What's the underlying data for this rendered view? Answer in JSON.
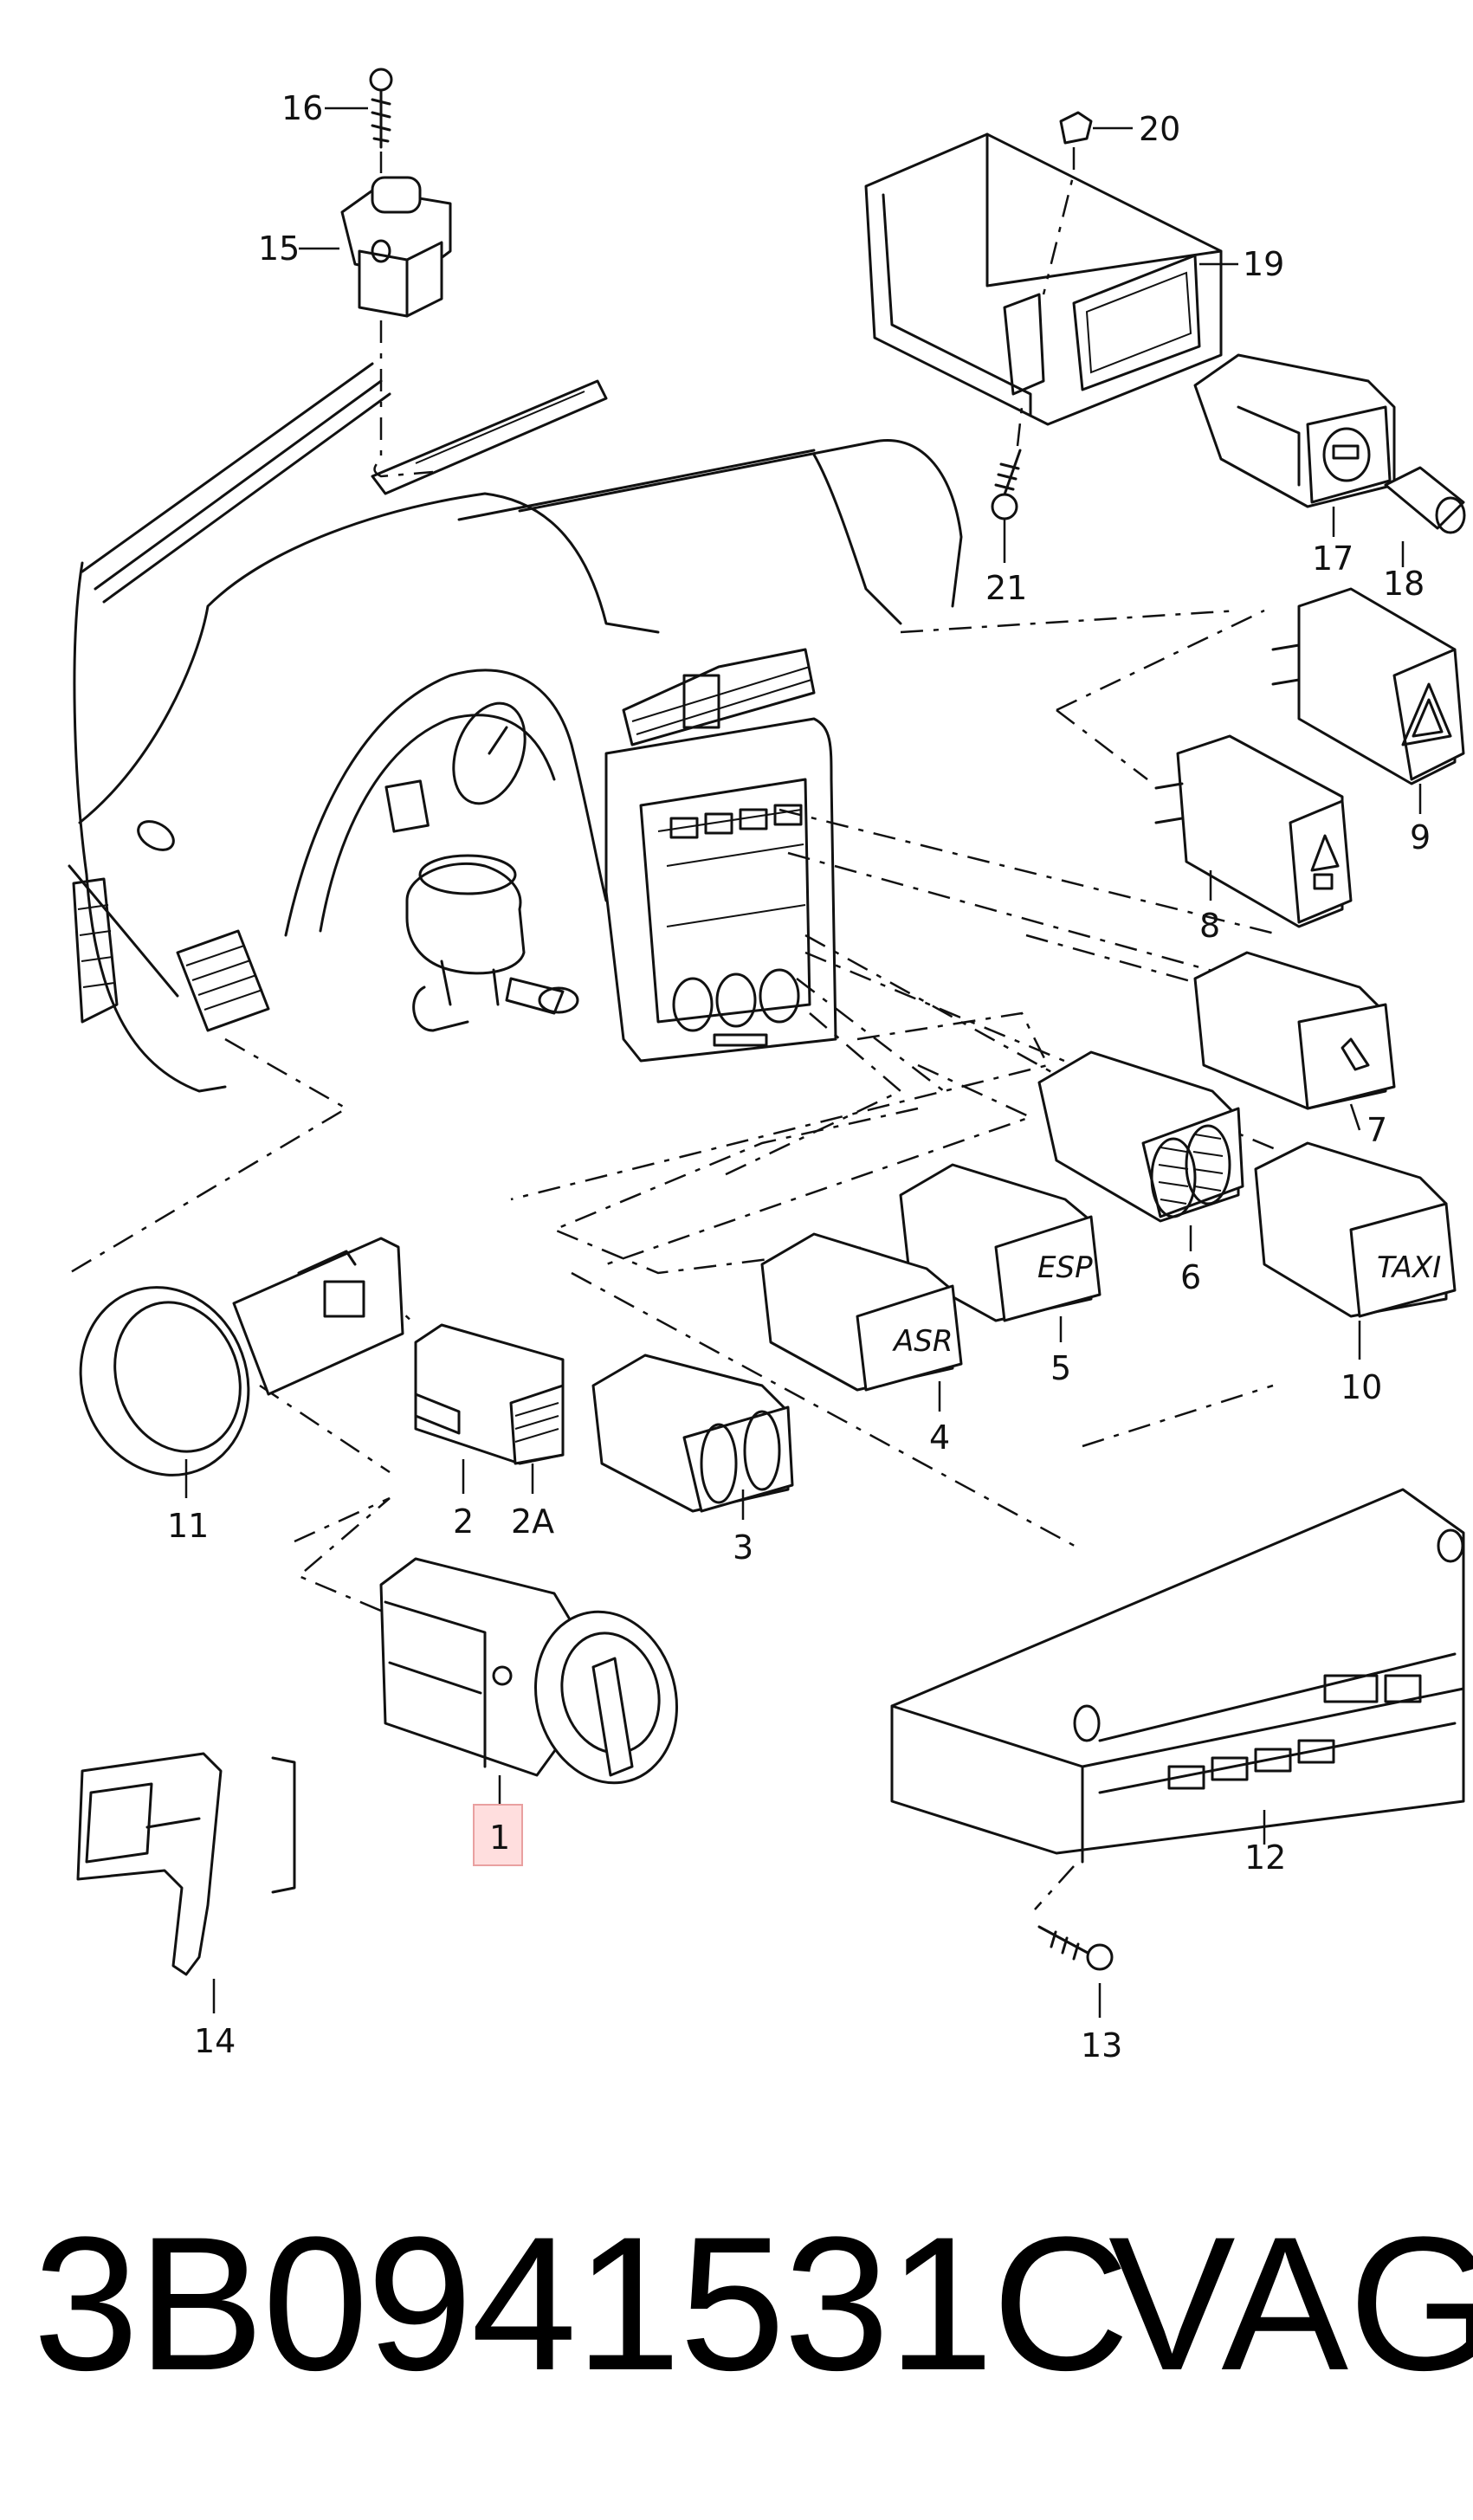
{
  "footer": {
    "part_number": "3B0941531C",
    "brand": "VAG"
  },
  "highlighted_callout": "1",
  "callouts": {
    "c1": "1",
    "c2": "2",
    "c2A": "2A",
    "c3": "3",
    "c4": "4",
    "c5": "5",
    "c6": "6",
    "c7": "7",
    "c8": "8",
    "c9": "9",
    "c10": "10",
    "c11": "11",
    "c12": "12",
    "c13": "13",
    "c14": "14",
    "c15": "15",
    "c16": "16",
    "c17": "17",
    "c18": "18",
    "c19": "19",
    "c20": "20",
    "c21": "21"
  },
  "button_labels": {
    "asr": "ASR",
    "esp": "ESP",
    "taxi": "TAXI"
  },
  "highlight_color": "#e9a0a0"
}
